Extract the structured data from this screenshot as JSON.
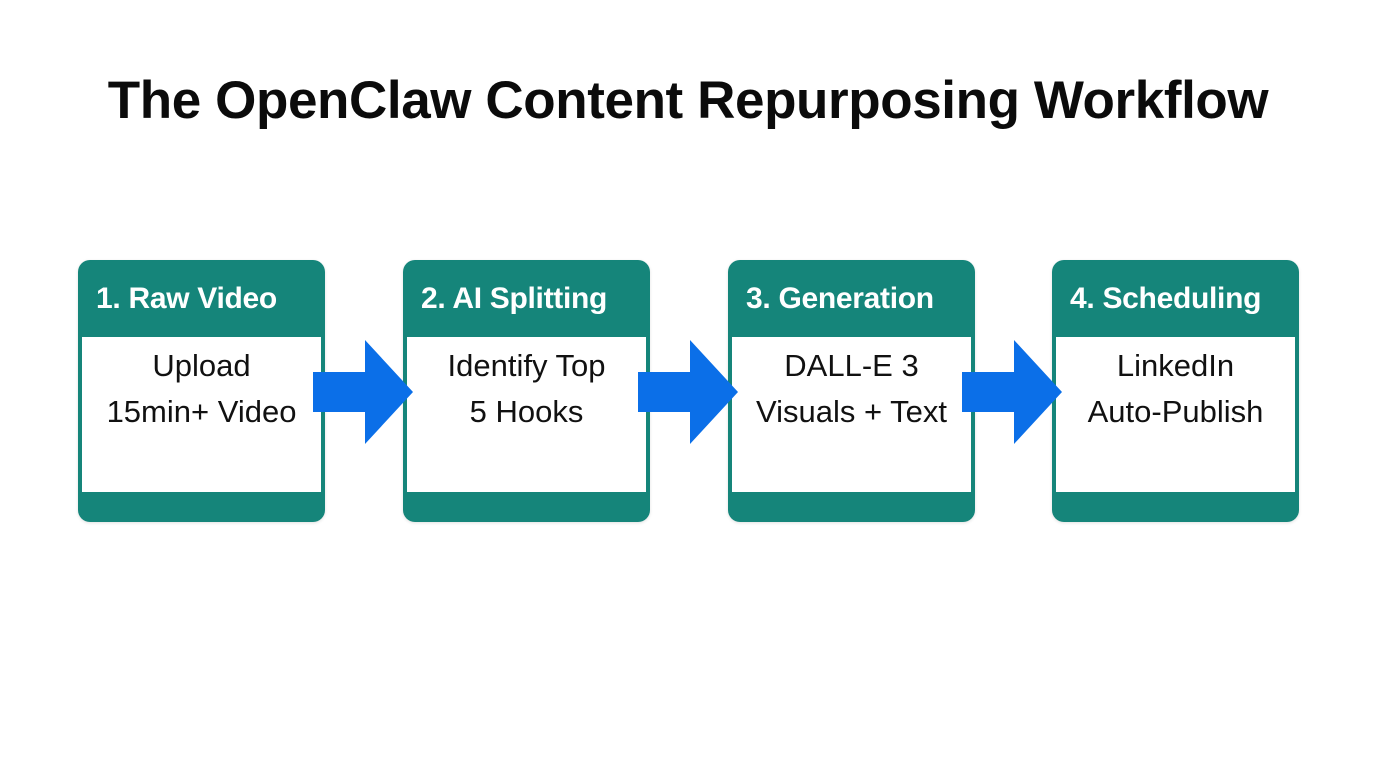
{
  "slide": {
    "title": "The OpenClaw Content Repurposing Workflow",
    "background_color": "#ffffff"
  },
  "theme": {
    "card_color": "#15857a",
    "card_header_text_color": "#ffffff",
    "card_body_text_color": "#111111",
    "arrow_color": "#0b6fe8",
    "title_color": "#0b0b0b"
  },
  "flow": {
    "steps": [
      {
        "header": "1. Raw Video",
        "body_line_1": "Upload",
        "body_line_2": "15min+ Video"
      },
      {
        "header": "2. AI Splitting",
        "body_line_1": "Identify Top",
        "body_line_2": "5 Hooks"
      },
      {
        "header": "3. Generation",
        "body_line_1": "DALL-E 3",
        "body_line_2": "Visuals + Text"
      },
      {
        "header": "4. Scheduling",
        "body_line_1": "LinkedIn",
        "body_line_2": "Auto-Publish"
      }
    ],
    "connectors": [
      {
        "icon": "right-arrow-icon"
      },
      {
        "icon": "right-arrow-icon"
      },
      {
        "icon": "right-arrow-icon"
      }
    ]
  }
}
